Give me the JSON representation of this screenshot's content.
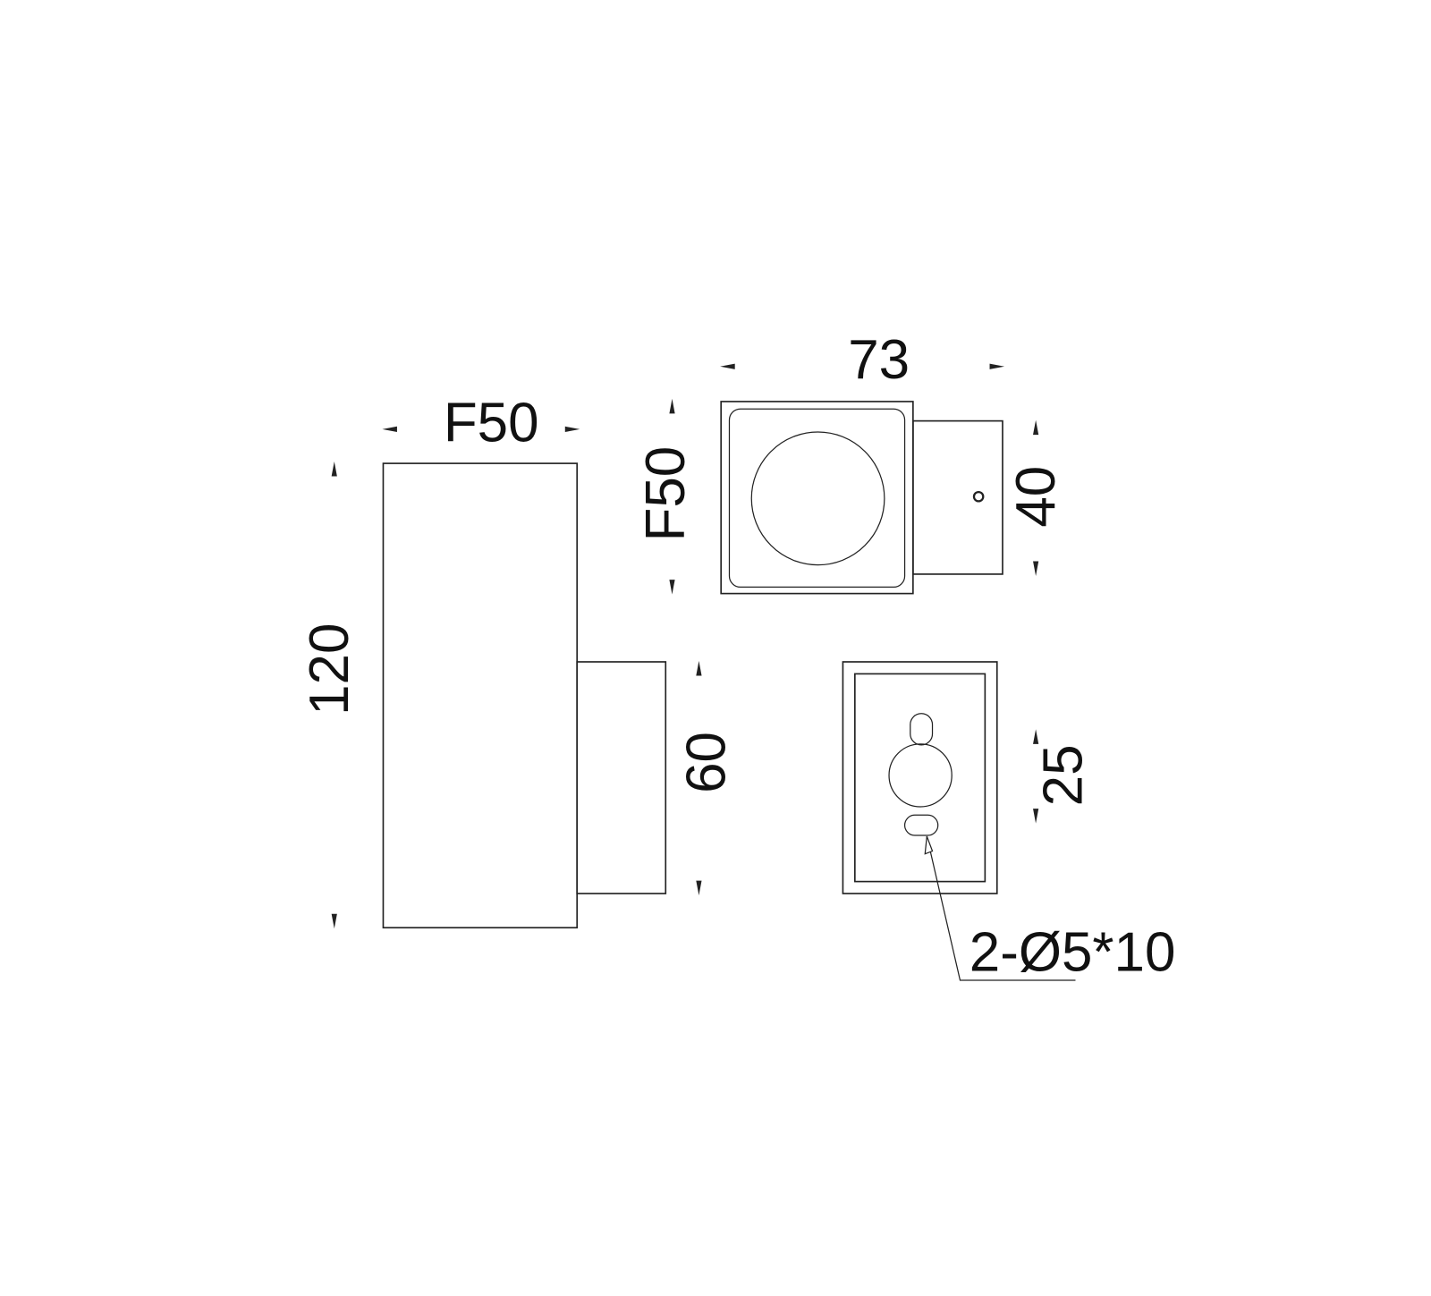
{
  "drawing": {
    "side_view": {
      "width_label": "F50",
      "height_label": "120",
      "bracket_label": "60"
    },
    "top_view": {
      "width_label": "73",
      "depth_label": "F50",
      "bracket_label": "40"
    },
    "back_view": {
      "hole_spacing_label": "25",
      "hole_callout": "2-Ø5*10"
    },
    "line_color": "#222222"
  }
}
